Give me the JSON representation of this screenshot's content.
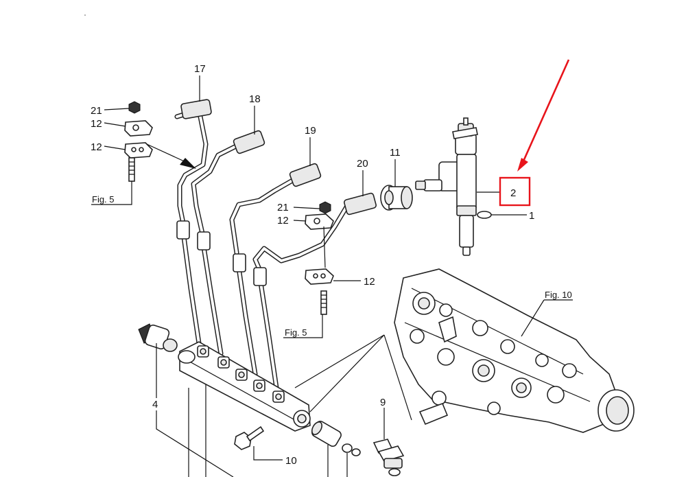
{
  "callouts": {
    "c1": "1",
    "c2": "2",
    "c4": "4",
    "c9": "9",
    "c10": "10",
    "c11": "11",
    "c12a": "12",
    "c12b": "12",
    "c12c": "12",
    "c12d": "12",
    "c17": "17",
    "c18": "18",
    "c19": "19",
    "c20": "20",
    "c21a": "21",
    "c21b": "21"
  },
  "refs": {
    "fig5_left": "Fig. 5",
    "fig5_center": "Fig. 5",
    "fig10": "Fig. 10"
  },
  "highlight": {
    "callout": "2",
    "box_color": "#e8141b",
    "arrow_color": "#e8141b"
  }
}
